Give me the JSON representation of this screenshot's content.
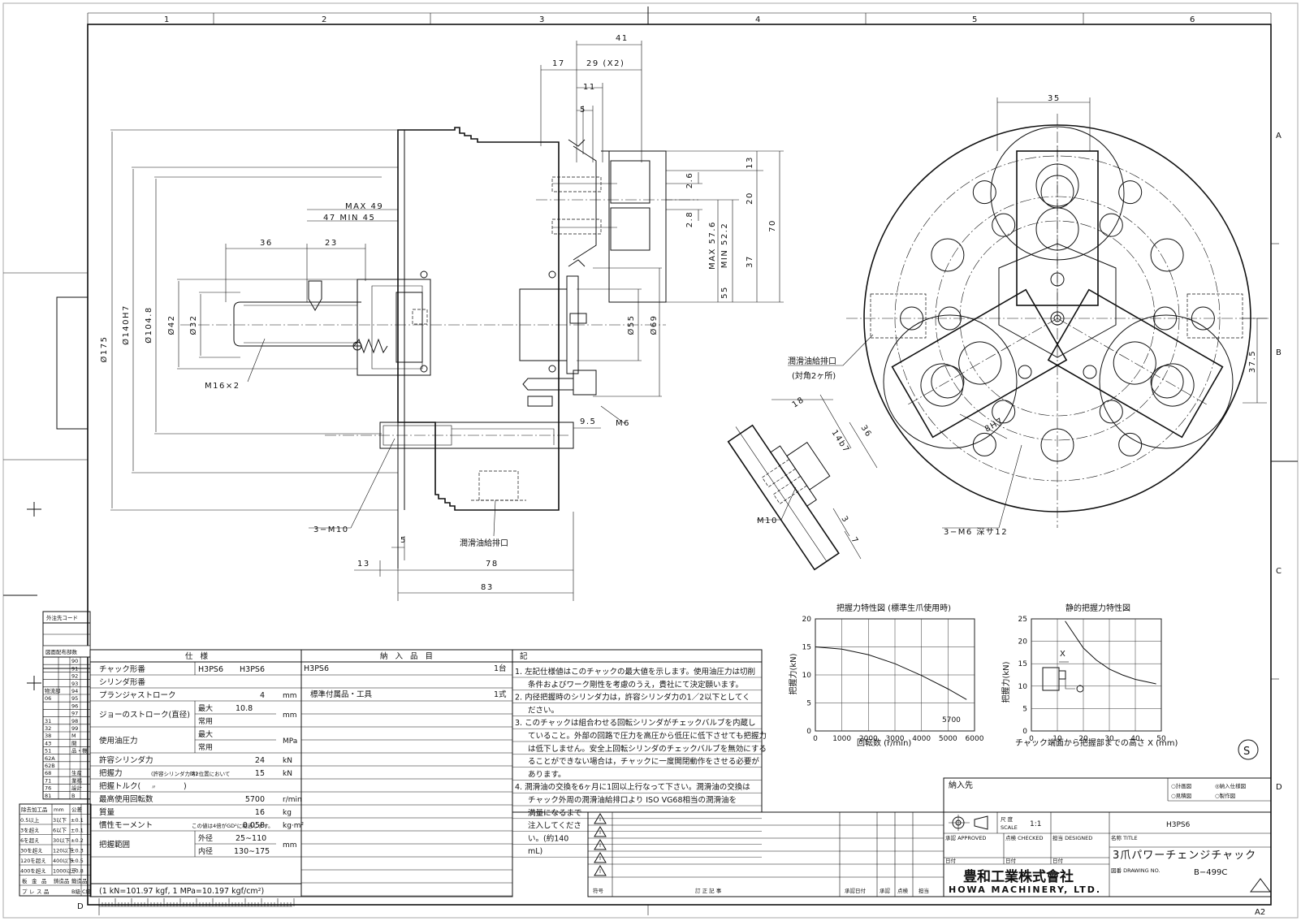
{
  "border": {
    "columns": [
      "1",
      "2",
      "3",
      "4",
      "5",
      "6"
    ],
    "rows": [
      "A",
      "B",
      "C",
      "D"
    ],
    "bottom_left_letter": "D",
    "sheet_size": "A2"
  },
  "dimensions": {
    "d41": "41",
    "d17": "17",
    "d29": "29 (X2)",
    "d11": "11",
    "d5top": "5",
    "max49": "MAX 49",
    "minmax47": "47 MIN 45",
    "d36": "36",
    "d23": "23",
    "phi175": "Ø175",
    "phi140": "Ø140H7",
    "phi104": "Ø104.8",
    "phi42": "Ø42",
    "phi32": "Ø32",
    "m16": "M16×2",
    "d2_6": "2.6",
    "d2_8": "2.8",
    "d13": "13",
    "d20": "20",
    "d37": "37",
    "d70": "70",
    "max57": "MAX 57.6",
    "min52": "MIN 52.2",
    "d55v": "55",
    "phi55": "Ø55",
    "phi69": "Ø69",
    "d9_5": "9.5",
    "m6": "M6",
    "m10_3": "3−M10",
    "d5b": "5",
    "d13b": "13",
    "d78": "78",
    "d83": "83",
    "oil_port": "潤滑油給排口",
    "d35": "35",
    "d37_5": "37.5",
    "oil_port2": "潤滑油給排口",
    "oil_port2_sub": "(対角2ヶ所)",
    "d18": "18",
    "d14b7": "14b7",
    "d36b": "36",
    "d8h7": "8H7",
    "m10": "M10",
    "m6_3": "3−M6 深サ12",
    "d3": "3",
    "d7": "7"
  },
  "chart_data": [
    {
      "type": "line",
      "title": "把握力特性図 (標準生爪使用時)",
      "xlabel": "回転数 (r/min)",
      "ylabel": "把握力(kN)",
      "x_ticks": [
        "0",
        "1000",
        "2000",
        "3000",
        "4000",
        "5000",
        "6000"
      ],
      "y_ticks": [
        "0",
        "5",
        "10",
        "15",
        "20"
      ],
      "xlim": [
        0,
        6000
      ],
      "ylim": [
        0,
        20
      ],
      "grid": true,
      "annotation": "5700",
      "series": [
        {
          "x": [
            0,
            1000,
            2000,
            3000,
            4000,
            5000,
            5700
          ],
          "y": [
            15,
            14.6,
            13.6,
            12.0,
            9.9,
            7.5,
            5.6
          ]
        }
      ]
    },
    {
      "type": "line",
      "title": "静的把握力特性図",
      "xlabel": "チャック端面から把握部までの高さ X (mm)",
      "ylabel": "把握力(kN)",
      "x_ticks": [
        "0",
        "10",
        "20",
        "30",
        "40",
        "50"
      ],
      "y_ticks": [
        "0",
        "5",
        "10",
        "15",
        "20",
        "25"
      ],
      "xlim": [
        0,
        50
      ],
      "ylim": [
        0,
        25
      ],
      "grid": true,
      "annotation": "X",
      "series": [
        {
          "x": [
            13,
            20,
            25,
            30,
            35,
            40,
            48
          ],
          "y": [
            24.5,
            18.5,
            15.8,
            13.8,
            12.5,
            11.5,
            10.5
          ]
        }
      ]
    }
  ],
  "left_table": {
    "code_label": "外注先コード",
    "dist_label": "図面配布部数",
    "tolerance_header": [
      "除去加工品",
      "mm",
      "公差"
    ],
    "tolerance_rows": [
      [
        "0.5以上",
        "3以下",
        "±0.1"
      ],
      [
        "3を超え",
        "6以下",
        "±0.1"
      ],
      [
        "6を超え",
        "30以下",
        "±0.2"
      ],
      [
        "30を超え",
        "120以下",
        "±0.3"
      ],
      [
        "120を超え",
        "400以下",
        "±0.5"
      ],
      [
        "400を超え",
        "1000以下",
        "±0.8"
      ]
    ],
    "tolerance_foot1": [
      "板",
      "金",
      "品",
      "鋳造品",
      "鍛造品"
    ],
    "tolerance_foot2": [
      "プ",
      "レ",
      "ス",
      "品",
      "B級",
      "C級"
    ],
    "code_cells": [
      "90",
      "91",
      "92",
      "93",
      "94",
      "95",
      "96",
      "97",
      "98",
      "99",
      "M",
      "開",
      "品・機",
      "",
      "",
      "生産",
      "業務",
      "設計",
      "B"
    ],
    "code_left": [
      "",
      "物流部",
      "06",
      "",
      "",
      "31",
      "32",
      "38",
      "43",
      "51",
      "62A",
      "62B",
      "68",
      "71",
      "76",
      "81"
    ]
  },
  "spec": {
    "header": "仕    様",
    "rows": [
      {
        "label": "チャック形番",
        "value": "H3PS6"
      },
      {
        "label": "シリンダ形番",
        "value": ""
      },
      {
        "label": "プランジャストローク",
        "value": "4",
        "unit": "mm"
      },
      {
        "label": "ジョーのストローク(直径)",
        "sub1": "最大",
        "v1": "10.8",
        "sub2": "常用",
        "v2": "",
        "unit": "mm"
      },
      {
        "label": "使用油圧力",
        "sub1": "最大",
        "v1": "",
        "sub2": "常用",
        "v2": "",
        "unit": "MPa"
      },
      {
        "label": "許容シリンダ力",
        "value": "24",
        "unit": "kN"
      },
      {
        "label": "把握力",
        "label_sub": "(許容シリンダ力時)",
        "note": "X2位置において",
        "value": "15",
        "unit": "kN"
      },
      {
        "label": "把握トルク(",
        "label_sub": "〃",
        "label_end": ")",
        "value": ""
      },
      {
        "label": "最高使用回転数",
        "value": "5700",
        "unit": "r/min"
      },
      {
        "label": "質量",
        "value": "16",
        "unit": "kg"
      },
      {
        "label": "慣性モーメント",
        "note": "この値は4倍がGD²に相当します。",
        "value": "0.058",
        "unit": "kg·m²"
      },
      {
        "label": "把握範囲",
        "sub1": "外径",
        "v1": "25∼110",
        "sub2": "内径",
        "v2": "130∼175",
        "unit": "mm"
      }
    ],
    "footer": "(1 kN=101.97 kgf, 1 MPa=10.197 kgf/cm²)"
  },
  "delivery": {
    "header": "納  入  品  目",
    "rows": [
      {
        "item": "H3PS6",
        "qty": "1台"
      },
      {
        "item": "標準付属品・工具",
        "qty": "1式"
      }
    ]
  },
  "notes": {
    "header": "記",
    "lines": [
      "1. 左記仕様値はこのチャックの最大値を示します。使用油圧力は切削",
      "条件およびワーク剛性を考慮のうえ，貴社にて決定願います。",
      "2. 内径把握時のシリンダ力は，許容シリンダ力の1／2以下としてく",
      "ださい。",
      "3. このチャックは組合わせる回転シリンダがチェックバルブを内蔵し",
      "ていること。外部の回路で圧力を高圧から低圧に低下させても把握力",
      "は低下しません。安全上回転シリンダのチェックバルブを無効にする",
      "ることができない場合は，チャックに一度開閉動作をさせる必要が",
      "あります。",
      "4. 潤滑油の交換を6ヶ月に1回以上行なって下さい。潤滑油の交換は",
      "チャック外周の潤滑油給排口より ISO VG68相当の潤滑油を",
      "満量になるまで",
      "注入してくださ",
      "い。(約140",
      "mL)"
    ]
  },
  "revision": {
    "col_no": "符号",
    "col_desc": "訂    正    記    事",
    "col_date": "承認日付",
    "col_appr": "承認",
    "col_check": "点検",
    "col_resp": "担当"
  },
  "title_block": {
    "customer_label": "納入先",
    "options": [
      "○計画図",
      "◎納入仕様図",
      "○見積図",
      "○製作図"
    ],
    "scale_label": "尺 度",
    "scale_en": "SCALE",
    "scale": "1:1",
    "model": "H3PS6",
    "approved": "承認 APPROVED",
    "checked": "点検 CHECKED",
    "designed": "担当 DESIGNED",
    "date": "日付",
    "name_label": "名称 TITLE",
    "title": "3爪パワーチェンジチャック",
    "drawing_label": "図番 DRAWING NO.",
    "drawing_no": "B−499C",
    "company_jp": "豊和工業株式會社",
    "company_en": "HOWA MACHINERY, LTD.",
    "s_mark": "S"
  }
}
